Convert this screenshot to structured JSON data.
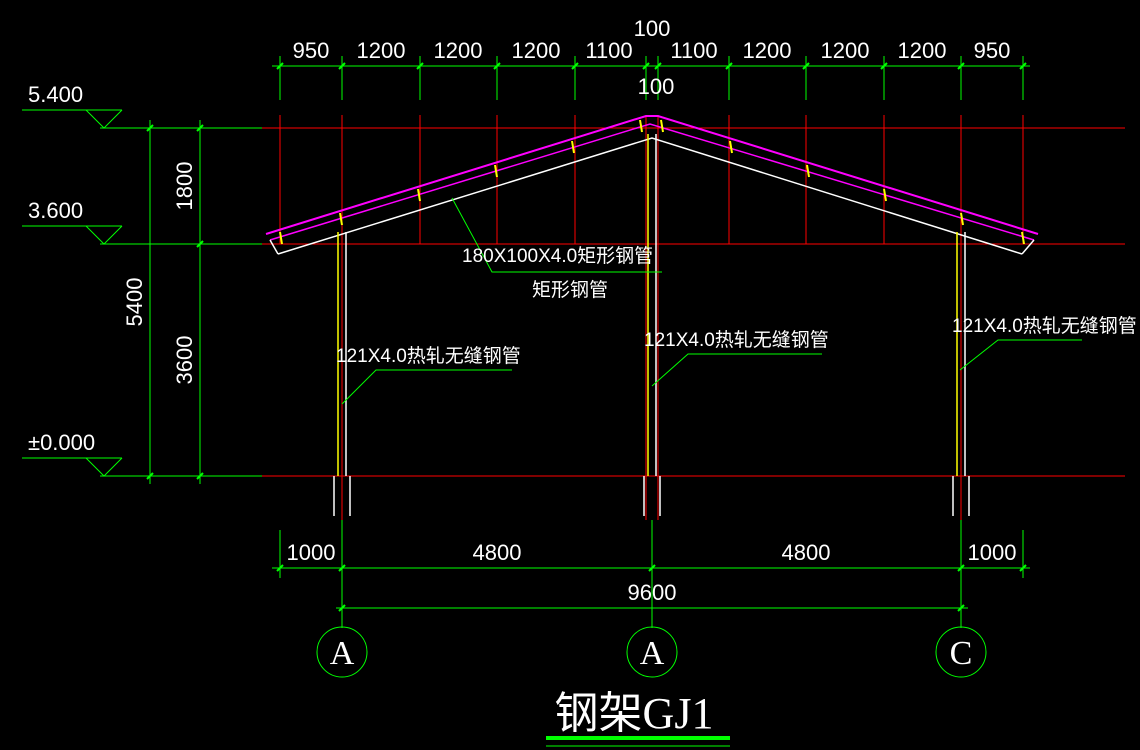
{
  "top_dimensions": {
    "segments": [
      "950",
      "1200",
      "1200",
      "1200",
      "1100",
      "1100",
      "1200",
      "1200",
      "1200",
      "950"
    ],
    "ridge_gap_top": "100",
    "ridge_gap_bottom": "100"
  },
  "bottom_dimensions": {
    "row1": [
      "1000",
      "4800",
      "4800",
      "1000"
    ],
    "total": "9600"
  },
  "elevations": {
    "top": "5.400",
    "eave": "3.600",
    "ground": "±0.000"
  },
  "vertical_dimensions": {
    "upper": "1800",
    "lower": "3600",
    "overall": "5400"
  },
  "member_labels": {
    "rafter_line1": "180X100X4.0矩形钢管",
    "rafter_line2": "矩形钢管",
    "column_left": "121X4.0热轧无缝钢管",
    "column_center": "121X4.0热轧无缝钢管",
    "column_right": "121X4.0热轧无缝钢管"
  },
  "axes": [
    "A",
    "A",
    "C"
  ],
  "title": "钢架GJ1",
  "colors": {
    "background": "#000000",
    "dimension": "#00ff00",
    "grid": "#ff0000",
    "rafter": "#ff00ff",
    "column": "#ffff00",
    "outline": "#ffffff"
  }
}
